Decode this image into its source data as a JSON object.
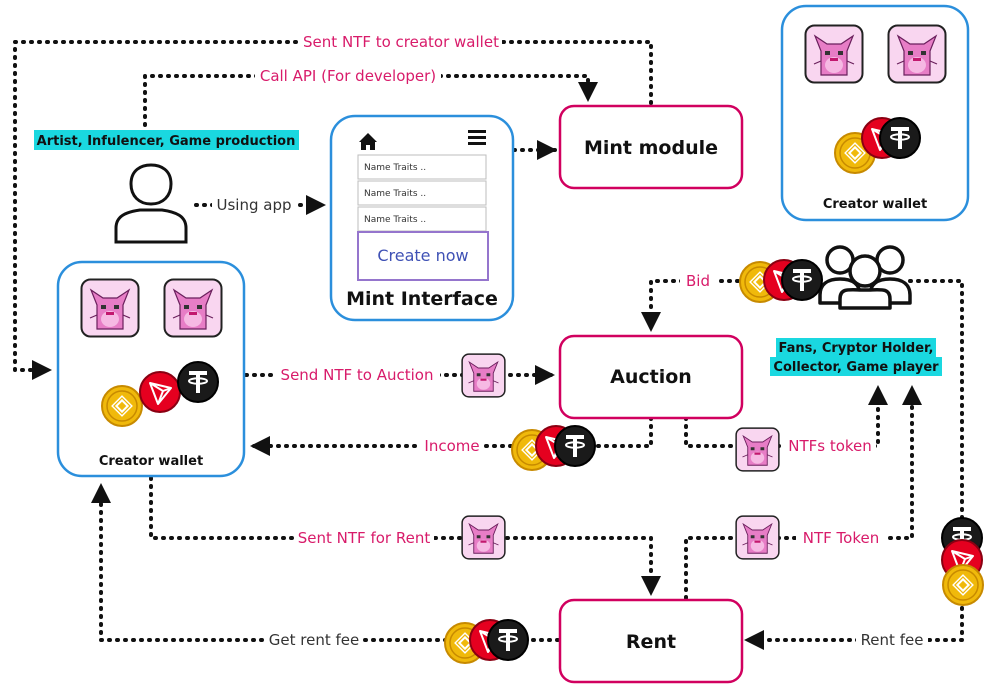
{
  "modules": {
    "mint": "Mint module",
    "auction": "Auction",
    "rent": "Rent",
    "mint_interface": "Mint Interface"
  },
  "wallets": {
    "left_title": "Creator wallet",
    "right_title": "Creator wallet"
  },
  "actors": {
    "creator": "Artist, Infulencer, Game production",
    "fans_line1": "Fans, Cryptor Holder,",
    "fans_line2": "Collector, Game player"
  },
  "mint_form": {
    "field1": "Name Traits ..",
    "field2": "Name Traits ..",
    "field3": "Name Traits ..",
    "button": "Create now"
  },
  "edges": {
    "sent_to_creator": "Sent NTF to creator wallet",
    "call_api": "Call API (For developer)",
    "using_app": "Using app",
    "bid": "Bid",
    "send_to_auction": "Send NTF to Auction",
    "income": "Income",
    "nfts_token": "NTFs token",
    "sent_for_rent": "Sent NTF for Rent",
    "ntf_token": "NTF Token",
    "get_rent_fee": "Get rent fee",
    "rent_fee": "Rent fee"
  },
  "colors": {
    "module_border": "#d1005f",
    "wallet_border": "#2b8fdc",
    "label_text": "#d81b6a",
    "highlight": "#1ad8e0",
    "nft_bg": "#f9d6f0",
    "binance_coin": "#f0b90b",
    "tron_coin": "#e5001f",
    "tether_coin": "#1a1a1a"
  },
  "icons": {
    "nft": "cryptokitty-nft-icon",
    "binance": "binance-coin-icon",
    "tron": "tron-coin-icon",
    "tether": "tether-coin-icon",
    "user": "user-icon",
    "group": "group-icon",
    "home": "home-icon",
    "menu": "hamburger-menu-icon"
  }
}
